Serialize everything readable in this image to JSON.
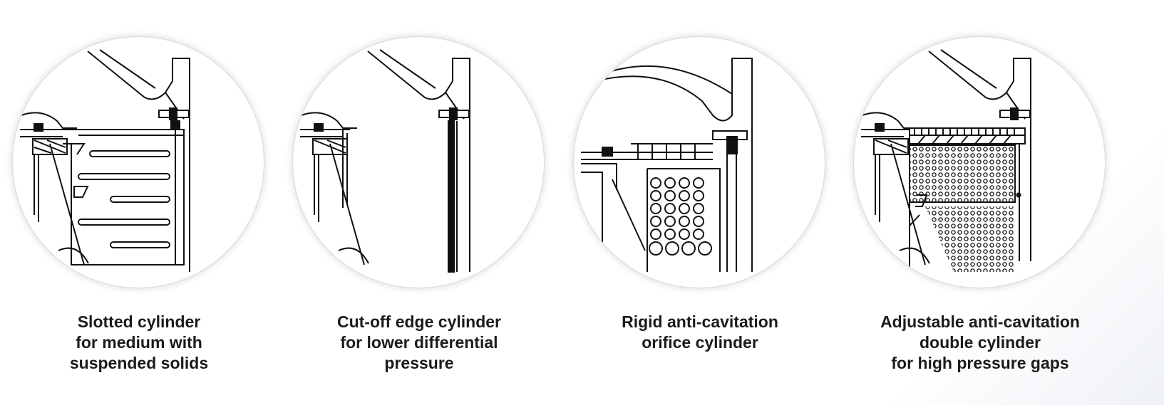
{
  "panels": [
    {
      "lines": [
        "Slotted cylinder",
        "for medium with",
        "suspended solids"
      ]
    },
    {
      "lines": [
        "Cut-off edge cylinder",
        "for lower differential",
        "pressure"
      ]
    },
    {
      "lines": [
        "Rigid anti-cavitation",
        "orifice cylinder"
      ]
    },
    {
      "lines": [
        "Adjustable anti-cavitation",
        "double cylinder",
        "for high pressure gaps"
      ]
    }
  ]
}
